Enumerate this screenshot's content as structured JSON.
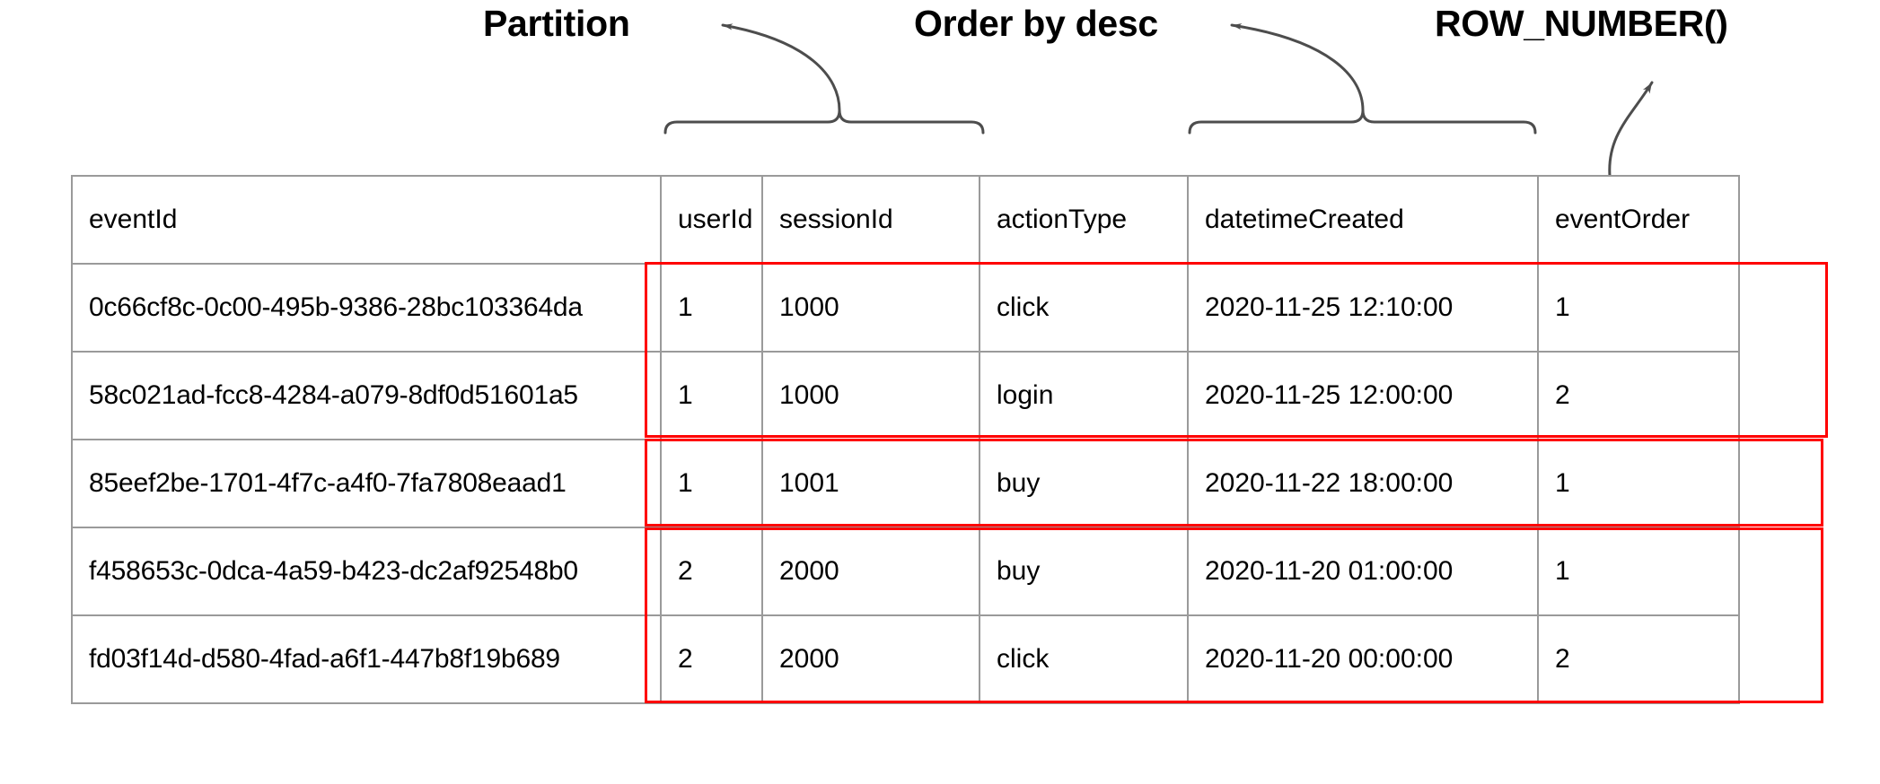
{
  "annotations": {
    "partition": "Partition",
    "order_by": "Order by desc",
    "row_number": "ROW_NUMBER()"
  },
  "table": {
    "columns": [
      {
        "key": "eventId",
        "label": "eventId"
      },
      {
        "key": "userId",
        "label": "userId"
      },
      {
        "key": "sessionId",
        "label": "sessionId"
      },
      {
        "key": "actionType",
        "label": "actionType"
      },
      {
        "key": "datetimeCreated",
        "label": "datetimeCreated"
      },
      {
        "key": "eventOrder",
        "label": "eventOrder"
      }
    ],
    "rows": [
      {
        "eventId": "0c66cf8c-0c00-495b-9386-28bc103364da",
        "userId": "1",
        "sessionId": "1000",
        "actionType": "click",
        "datetimeCreated": "2020-11-25 12:10:00",
        "eventOrder": "1"
      },
      {
        "eventId": "58c021ad-fcc8-4284-a079-8df0d51601a5",
        "userId": "1",
        "sessionId": "1000",
        "actionType": "login",
        "datetimeCreated": "2020-11-25 12:00:00",
        "eventOrder": "2"
      },
      {
        "eventId": "85eef2be-1701-4f7c-a4f0-7fa7808eaad1",
        "userId": "1",
        "sessionId": "1001",
        "actionType": "buy",
        "datetimeCreated": "2020-11-22 18:00:00",
        "eventOrder": "1"
      },
      {
        "eventId": "f458653c-0dca-4a59-b423-dc2af92548b0",
        "userId": "2",
        "sessionId": "2000",
        "actionType": "buy",
        "datetimeCreated": "2020-11-20 01:00:00",
        "eventOrder": "1"
      },
      {
        "eventId": "fd03f14d-d580-4fad-a6f1-447b8f19b689",
        "userId": "2",
        "sessionId": "2000",
        "actionType": "click",
        "datetimeCreated": "2020-11-20 00:00:00",
        "eventOrder": "2"
      }
    ]
  },
  "partition_groups": [
    {
      "name": "user-1-session-1000",
      "row_start": 0,
      "row_count": 2
    },
    {
      "name": "user-1-session-1001",
      "row_start": 2,
      "row_count": 1
    },
    {
      "name": "user-2-session-2000",
      "row_start": 3,
      "row_count": 2
    }
  ],
  "sort_arrows": [
    {
      "name": "sort-arrow-group-1",
      "rows_spanned": 2
    },
    {
      "name": "sort-arrow-group-2",
      "rows_spanned": 1
    },
    {
      "name": "sort-arrow-group-3",
      "rows_spanned": 2
    }
  ],
  "colors": {
    "highlight": "#ff0000",
    "grid_line": "#9a9a9a",
    "annotation_line": "#4d4d4d",
    "arrow_dark": "#2b2b2b",
    "text": "#000000",
    "background": "#ffffff"
  }
}
